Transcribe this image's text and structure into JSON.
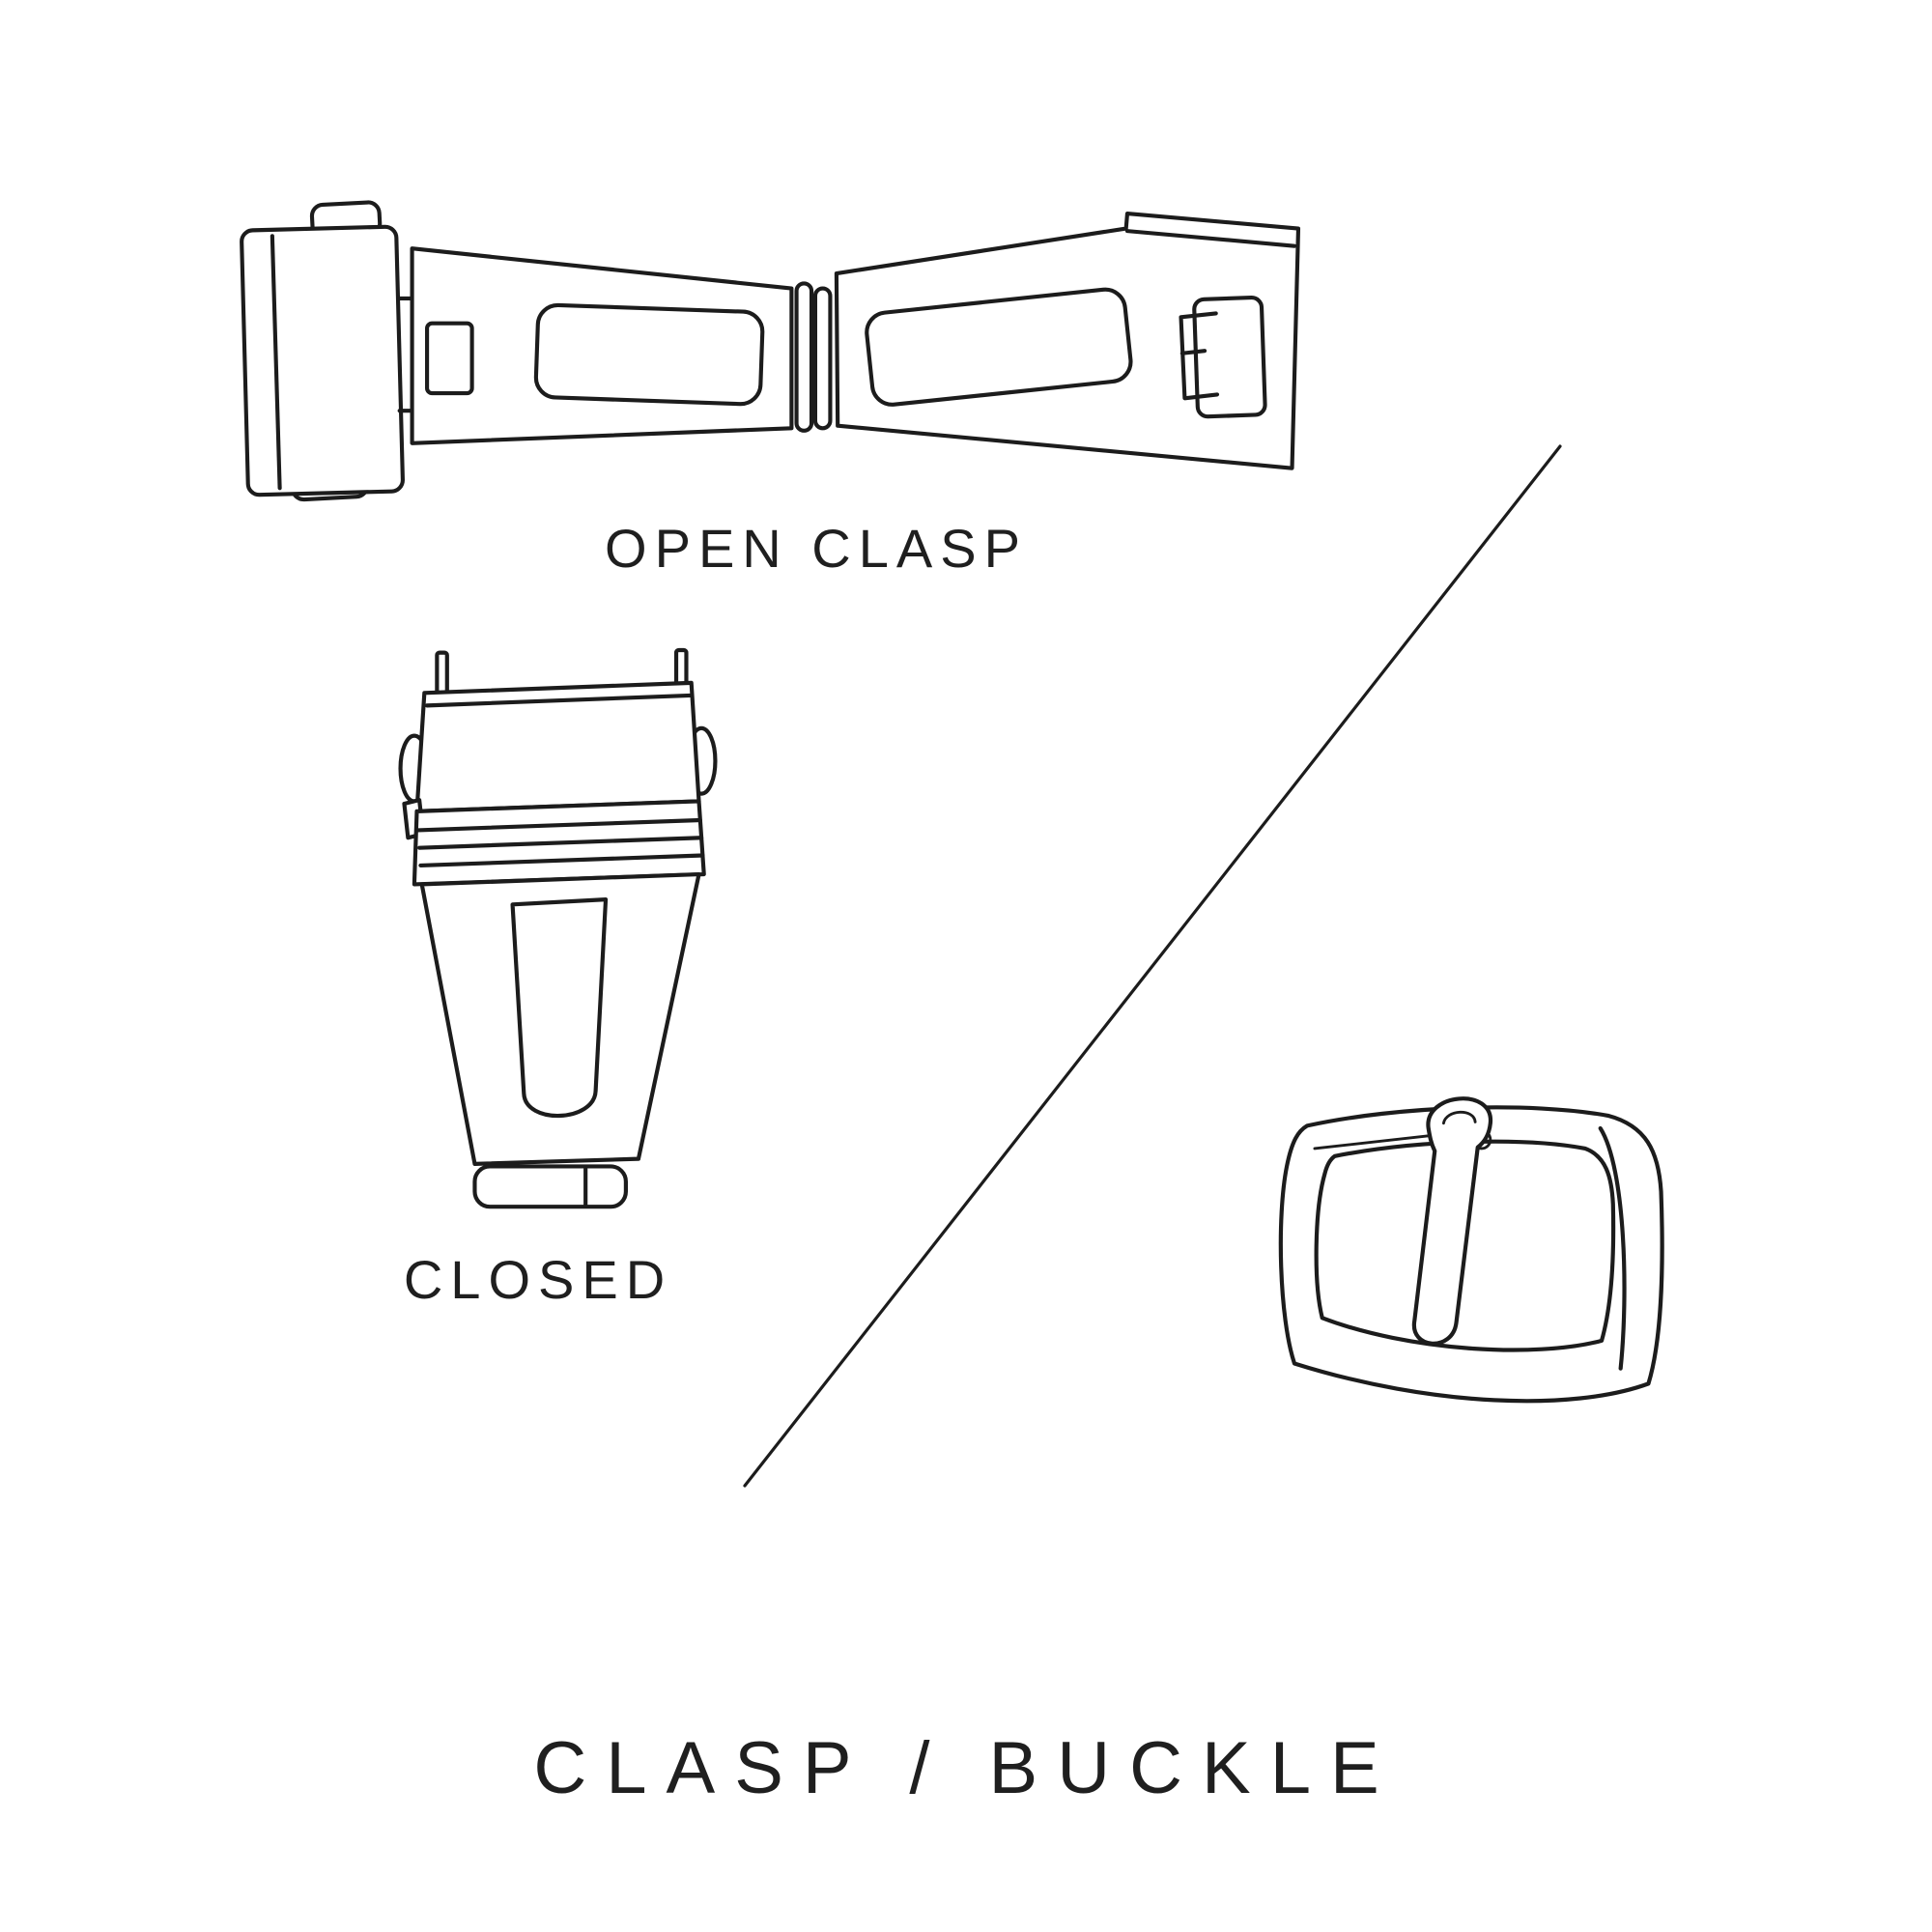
{
  "canvas": {
    "background": "#ffffff",
    "stroke_color": "#1c1c1c",
    "text_color": "#1f1f1f"
  },
  "labels": {
    "open_clasp": "OPEN CLASP",
    "closed": "CLOSED"
  },
  "title": "CLASP / BUCKLE",
  "illustrations": {
    "open_clasp": "open-clasp-drawing",
    "closed_clasp": "closed-clasp-drawing",
    "buckle": "buckle-drawing",
    "divider": "diagonal-divider-line"
  }
}
